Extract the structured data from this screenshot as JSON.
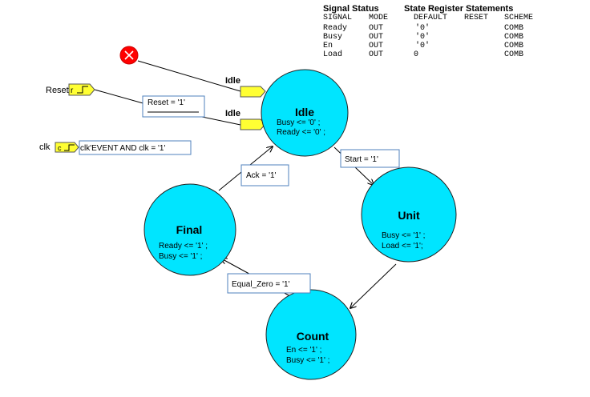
{
  "colors": {
    "state_fill": "#00e5ff",
    "state_stroke": "#222222",
    "port_fill": "#ffff33",
    "port_stroke": "#555555",
    "reset_fill": "#ff0000",
    "line": "#000000",
    "text": "#000000",
    "box_stroke": "#4f81bd"
  },
  "icons": {
    "reset_marker": "red-circle-x-icon",
    "reset_port": "falling-edge-signal-icon",
    "clk_port": "clock-signal-icon",
    "state_port": "signal-flag-icon"
  },
  "signal_table": {
    "title": "Signal Status",
    "headers": [
      "SIGNAL",
      "MODE",
      "DEFAULT",
      "RESET",
      "SCHEME"
    ],
    "rows": [
      [
        "Ready",
        "OUT",
        "'0'",
        "",
        "COMB"
      ],
      [
        "Busy",
        "OUT",
        "'0'",
        "",
        "COMB"
      ],
      [
        "En",
        "OUT",
        "'0'",
        "",
        "COMB"
      ],
      [
        "Load",
        "OUT",
        "0",
        "",
        "COMB"
      ]
    ]
  },
  "register_title": "State Register Statements",
  "reset_signal": {
    "label": "Reset",
    "condition": "Reset = '1'",
    "target_label": "Idle"
  },
  "reset_marker_target_label": "Idle",
  "clock_signal": {
    "label": "clk",
    "condition": "clk'EVENT AND clk = '1'"
  },
  "states": [
    {
      "name": "Idle",
      "actions": [
        "Busy <= '0' ;",
        "Ready <= '0' ;"
      ]
    },
    {
      "name": "Unit",
      "actions": [
        "Busy <= '1' ;",
        "Load <= '1';"
      ]
    },
    {
      "name": "Count",
      "actions": [
        "En <= '1' ;",
        "Busy <= '1' ;"
      ]
    },
    {
      "name": "Final",
      "actions": [
        "Ready <= '1' ;",
        "Busy <= '1' ;"
      ]
    }
  ],
  "transitions": [
    {
      "from": "Idle",
      "to": "Unit",
      "condition": "Start = '1'"
    },
    {
      "from": "Unit",
      "to": "Count",
      "condition": ""
    },
    {
      "from": "Count",
      "to": "Final",
      "condition": "Equal_Zero = '1'"
    },
    {
      "from": "Final",
      "to": "Idle",
      "condition": "Ack = '1'"
    }
  ]
}
